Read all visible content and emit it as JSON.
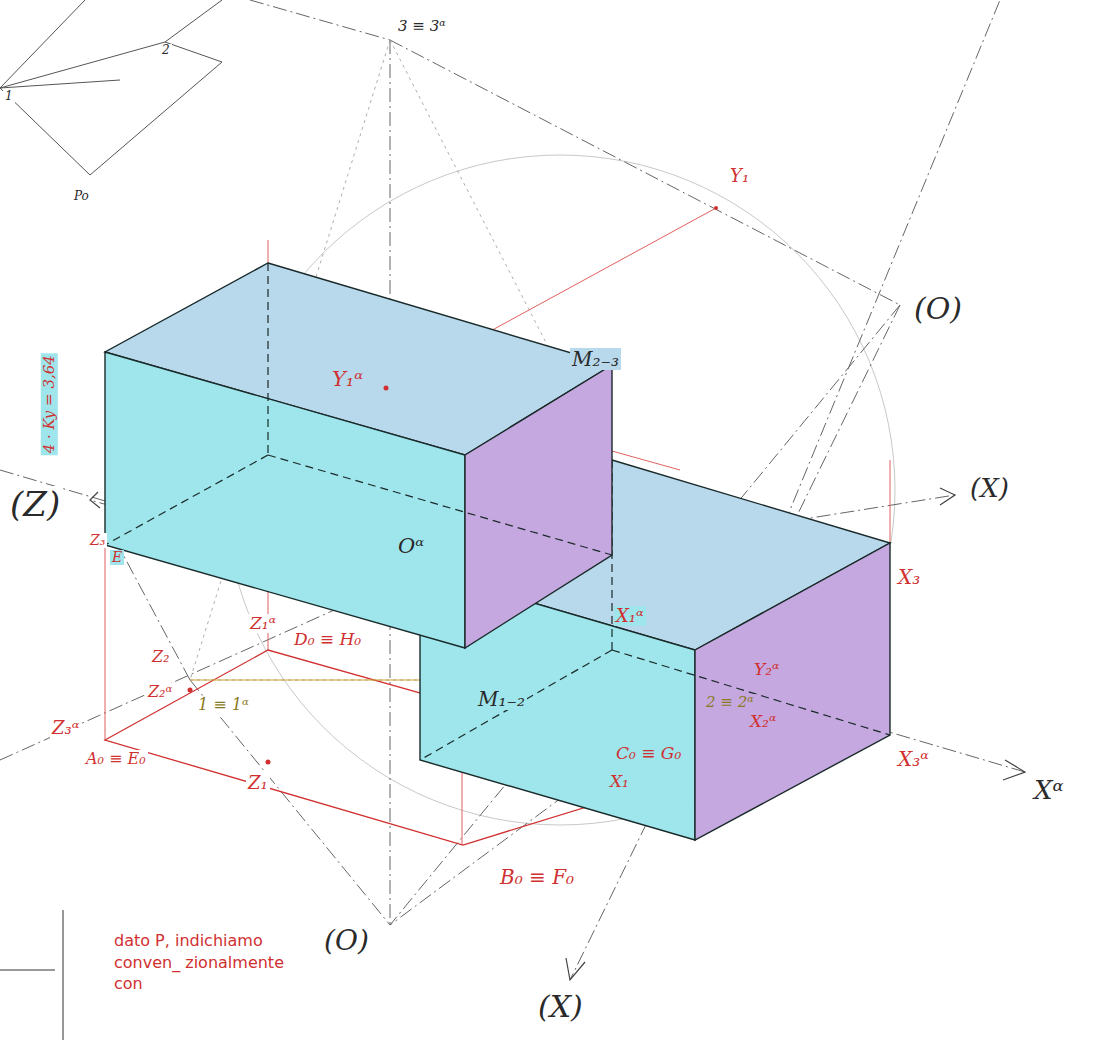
{
  "diagram": {
    "labels": [
      "1",
      "2",
      "Po",
      "3 ≡ 3ᵅ",
      "Y₁",
      "(O)",
      "4 · Ky = 3,64",
      "Y₁ᵅ",
      "M₂₋₃",
      "(Z)",
      "Z₃",
      "E",
      "Oᵅ",
      "(X)",
      "X₃",
      "X₁ᵅ",
      "Z₁ᵅ",
      "D₀ ≡ H₀",
      "Z₂",
      "Z₂ᵅ",
      "1 ≡ 1ᵅ",
      "Z₃ᵅ",
      "A₀ ≡ E₀",
      "Z₁",
      "M₁₋₂",
      "2 ≡ 2ᵅ",
      "Y₂ᵅ",
      "X₂ᵅ",
      "C₀ ≡ G₀",
      "X₁",
      "X₃ᵅ",
      "Xᵅ",
      "B₀ ≡ F₀",
      "(O)",
      "(X)",
      "dato P, indichiamo conven_ zionalmente con"
    ]
  }
}
